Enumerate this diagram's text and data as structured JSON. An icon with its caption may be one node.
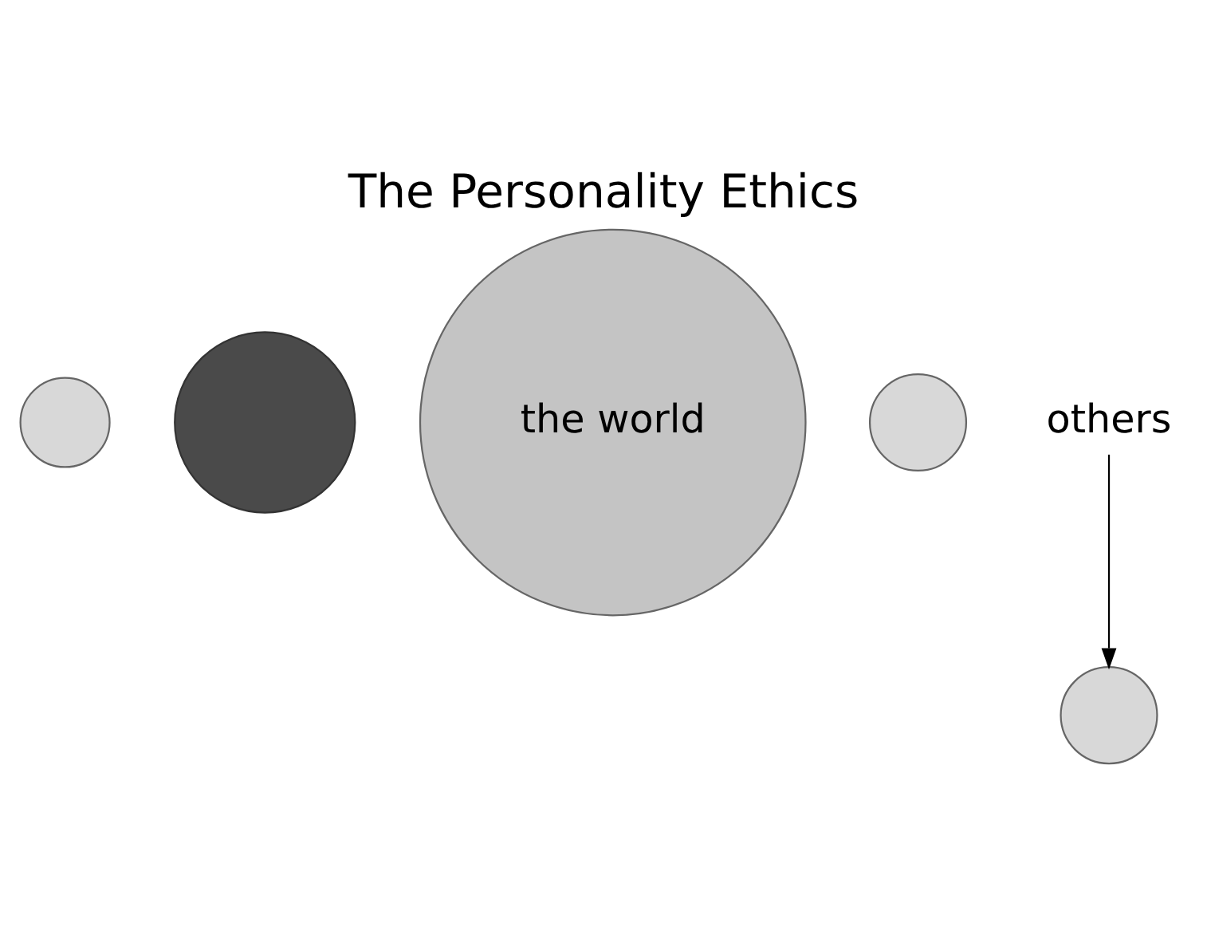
{
  "diagram": {
    "title": "The Personality Ethics",
    "nodes": [
      {
        "text": [],
        "shape": "circle"
      },
      {
        "text": [],
        "shape": "circle"
      },
      {
        "text": [
          "the world"
        ]
      },
      {
        "text": [],
        "shape": "circle"
      },
      {
        "text": [],
        "shape": "circle"
      },
      {
        "text": [
          "others"
        ]
      }
    ],
    "edges": [
      {
        "from": 5,
        "to": 4,
        "arrow": "to"
      }
    ]
  }
}
